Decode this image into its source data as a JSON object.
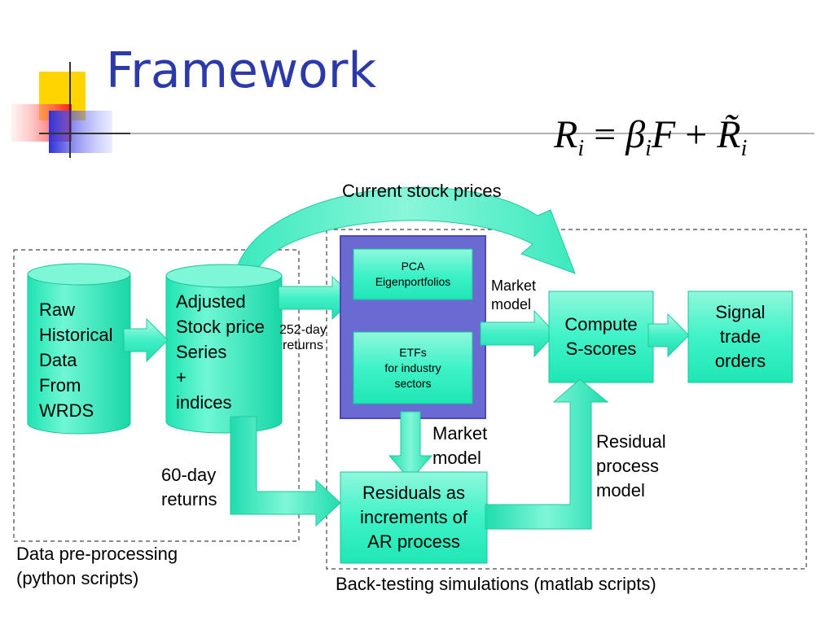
{
  "title": "Framework",
  "formula": {
    "R": "R",
    "i": "i",
    "eq": "=",
    "beta": "β",
    "F": "F",
    "plus": "+",
    "Rtilde": "R̃"
  },
  "labels": {
    "current_prices": "Current stock prices",
    "raw": "Raw\nHistorical\nData\nFrom\nWRDS",
    "adjusted": "Adjusted\nStock price\nSeries\n+\nindices",
    "days252": "252-day\nreturns",
    "days60": "60-day\nreturns",
    "pca": "PCA\nEigenportfolios",
    "etfs": "ETFs\nfor industry\nsectors",
    "market_model_top": "Market\nmodel",
    "market_model_mid": "Market\nmodel",
    "compute": "Compute\nS-scores",
    "signal": "Signal\ntrade\norders",
    "residual_model": "Residual\nprocess\nmodel",
    "residuals": "Residuals as\nincrements of\nAR process",
    "data_pre": "Data pre-processing\n(python scripts)",
    "backtest": "Back-testing simulations (matlab scripts)"
  },
  "colors": {
    "title": "#2b3aa8",
    "box": "#25efbf",
    "box_dark": "#18c79c",
    "pca_frame": "#6a6ad2",
    "pca_frame_border": "#4a4ab8"
  }
}
